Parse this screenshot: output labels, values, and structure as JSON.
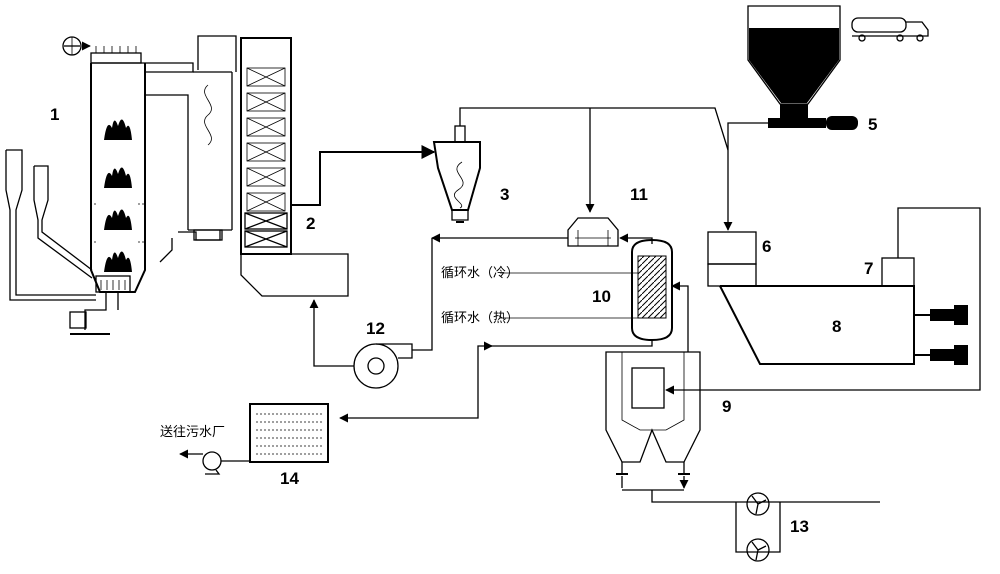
{
  "labels": {
    "n1": "1",
    "n2": "2",
    "n3": "3",
    "n5": "5",
    "n6": "6",
    "n7": "7",
    "n8": "8",
    "n9": "9",
    "n10": "10",
    "n11": "11",
    "n12": "12",
    "n13": "13",
    "n14": "14"
  },
  "text": {
    "cooling_cold": "循环水（冷）",
    "cooling_hot": "循环水（热）",
    "to_sewage": "送往污水厂"
  },
  "icons": {
    "boiler_flames": "flame-icon",
    "fan": "centrifugal-fan-icon",
    "pump": "pump-icon",
    "truck": "tanker-truck-icon",
    "motor": "motor-icon",
    "blower": "axial-blower-icon"
  }
}
